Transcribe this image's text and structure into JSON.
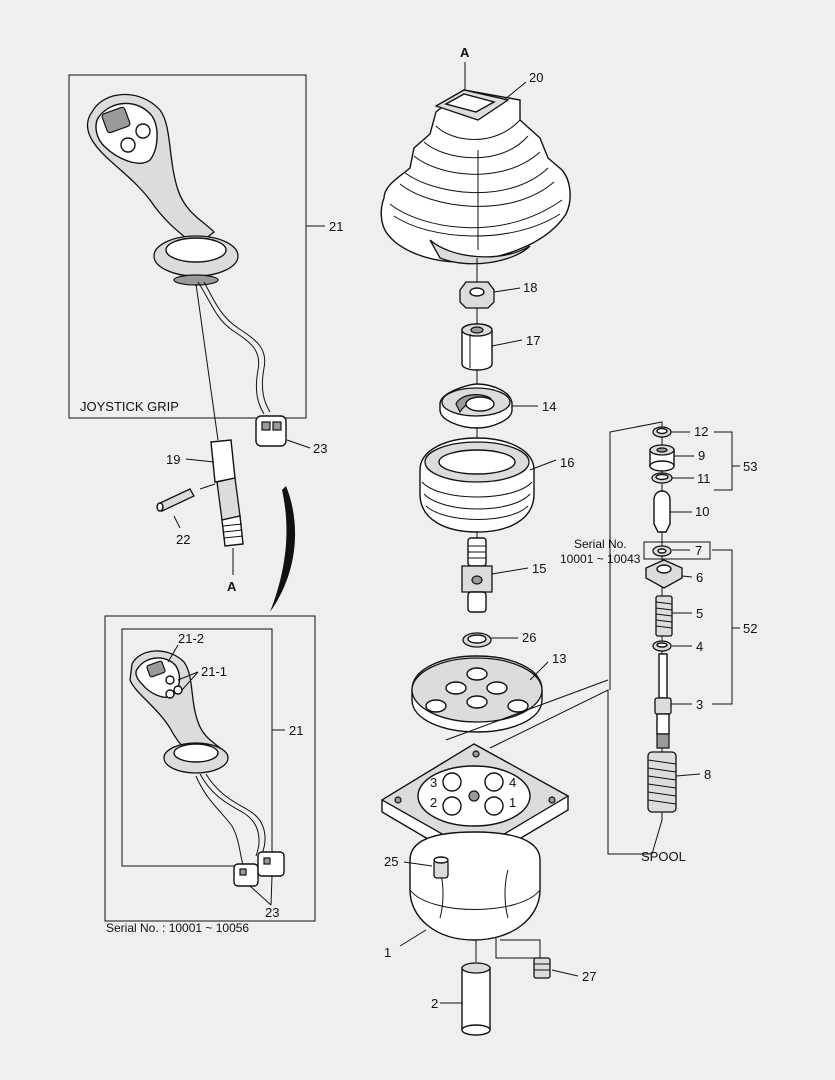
{
  "detail_markers": {
    "top": "A",
    "bottom": "A"
  },
  "boxes": {
    "joystick_grip": "JOYSTICK GRIP",
    "serial_lower": "Serial No. : 10001 ~ 10056"
  },
  "spool": {
    "title": "SPOOL",
    "serial_line1": "Serial No.",
    "serial_line2": "10001 ~ 10043"
  },
  "callouts": {
    "p1": "1",
    "p2": "2",
    "p3": "3",
    "p4": "4",
    "p5": "5",
    "p6": "6",
    "p7": "7",
    "p8": "8",
    "p9": "9",
    "p10": "10",
    "p11": "11",
    "p12": "12",
    "p13": "13",
    "p14": "14",
    "p15": "15",
    "p16": "16",
    "p17": "17",
    "p18": "18",
    "p19": "19",
    "p20": "20",
    "p21_upper": "21",
    "p21_lower": "21",
    "p21_1": "21-1",
    "p21_2": "21-2",
    "p22": "22",
    "p23_upper": "23",
    "p23_lower": "23",
    "p25": "25",
    "p26": "26",
    "p27": "27",
    "p52": "52",
    "p53": "53"
  },
  "port_numbers": {
    "n1": "1",
    "n2": "2",
    "n3": "3",
    "n4": "4"
  }
}
